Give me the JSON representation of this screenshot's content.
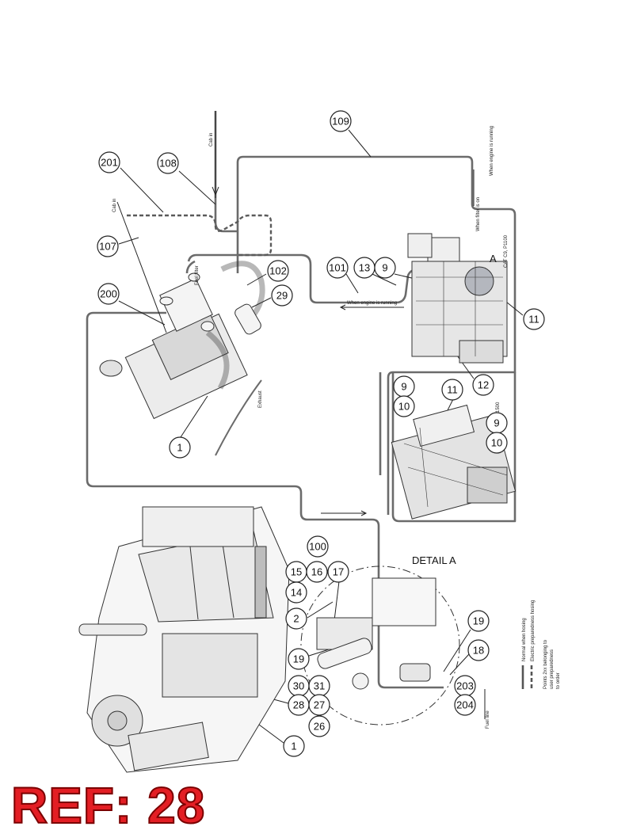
{
  "ref_label": "REF: 28",
  "detail_title": "DETAIL A",
  "detail_marker": "A",
  "rotated_labels": {
    "cab_top": "Cab in",
    "cab_left": "Cab in",
    "filter": "Fuel filter",
    "exhaust": "Exhaust",
    "engine_running": "When engine is running",
    "engine_on": "When engine is running",
    "filter_on": "When filter is on",
    "cat_c9": "CAT C9, P1100",
    "cat_c11": "CAT C11, P1500",
    "fuel_line": "Fuel line",
    "legend_normal": "Normal when hosing",
    "legend_dashed": "Electric preparedness hosing",
    "note_1": "Points 2xx belonging to",
    "note_2": "user preparedness",
    "note_3": "to order"
  },
  "callouts": [
    {
      "id": "c109",
      "label": "109"
    },
    {
      "id": "c201",
      "label": "201"
    },
    {
      "id": "c108",
      "label": "108"
    },
    {
      "id": "c107",
      "label": "107"
    },
    {
      "id": "c102",
      "label": "102"
    },
    {
      "id": "c29",
      "label": "29"
    },
    {
      "id": "c101",
      "label": "101"
    },
    {
      "id": "c13",
      "label": "13"
    },
    {
      "id": "c9a",
      "label": "9"
    },
    {
      "id": "c200",
      "label": "200"
    },
    {
      "id": "c11a",
      "label": "11"
    },
    {
      "id": "c12",
      "label": "12"
    },
    {
      "id": "c9b",
      "label": "9"
    },
    {
      "id": "c10a",
      "label": "10"
    },
    {
      "id": "c11b",
      "label": "11"
    },
    {
      "id": "c9c",
      "label": "9"
    },
    {
      "id": "c10b",
      "label": "10"
    },
    {
      "id": "c1a",
      "label": "1"
    },
    {
      "id": "c100",
      "label": "100"
    },
    {
      "id": "c15",
      "label": "15"
    },
    {
      "id": "c16",
      "label": "16"
    },
    {
      "id": "c17",
      "label": "17"
    },
    {
      "id": "c14",
      "label": "14"
    },
    {
      "id": "c2",
      "label": "2"
    },
    {
      "id": "c19a",
      "label": "19"
    },
    {
      "id": "c19b",
      "label": "19"
    },
    {
      "id": "c18",
      "label": "18"
    },
    {
      "id": "c30",
      "label": "30"
    },
    {
      "id": "c31",
      "label": "31"
    },
    {
      "id": "c28",
      "label": "28"
    },
    {
      "id": "c27",
      "label": "27"
    },
    {
      "id": "c203",
      "label": "203"
    },
    {
      "id": "c204",
      "label": "204"
    },
    {
      "id": "c26",
      "label": "26"
    },
    {
      "id": "c1b",
      "label": "1"
    }
  ]
}
